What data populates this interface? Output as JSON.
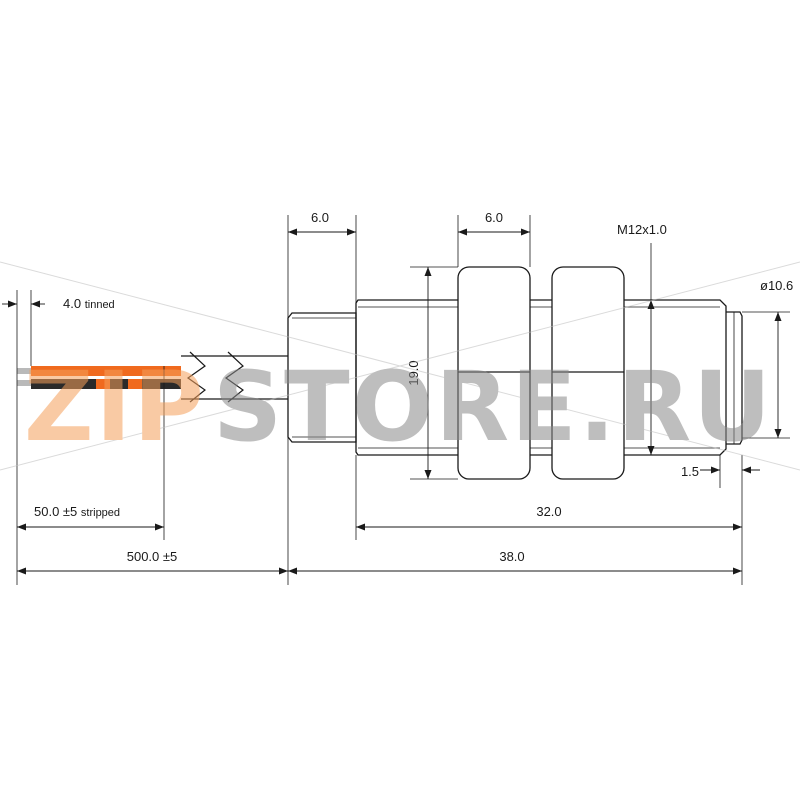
{
  "dimensions": {
    "tinned": {
      "value": "4.0",
      "note": "tinned"
    },
    "stripped": {
      "value": "50.0 ±5",
      "note": "stripped"
    },
    "cable_length": "500.0 ±5",
    "overall_length": "38.0",
    "thread_length": "32.0",
    "rear_section": "6.0",
    "nut_thickness": "6.0",
    "thread_spec": "M12x1.0",
    "nut_width": "19.0",
    "face_diameter": "ø10.6",
    "chamfer": "1.5"
  },
  "watermark": {
    "part1": "ZIP",
    "part2": "STORE.RU"
  },
  "colors": {
    "wire_orange": "#f06a1e",
    "wire_dark": "#2a2a2a",
    "watermark_orange": "#f5a05a",
    "watermark_grey": "#8a8a8a",
    "line": "#1a1a1a"
  }
}
